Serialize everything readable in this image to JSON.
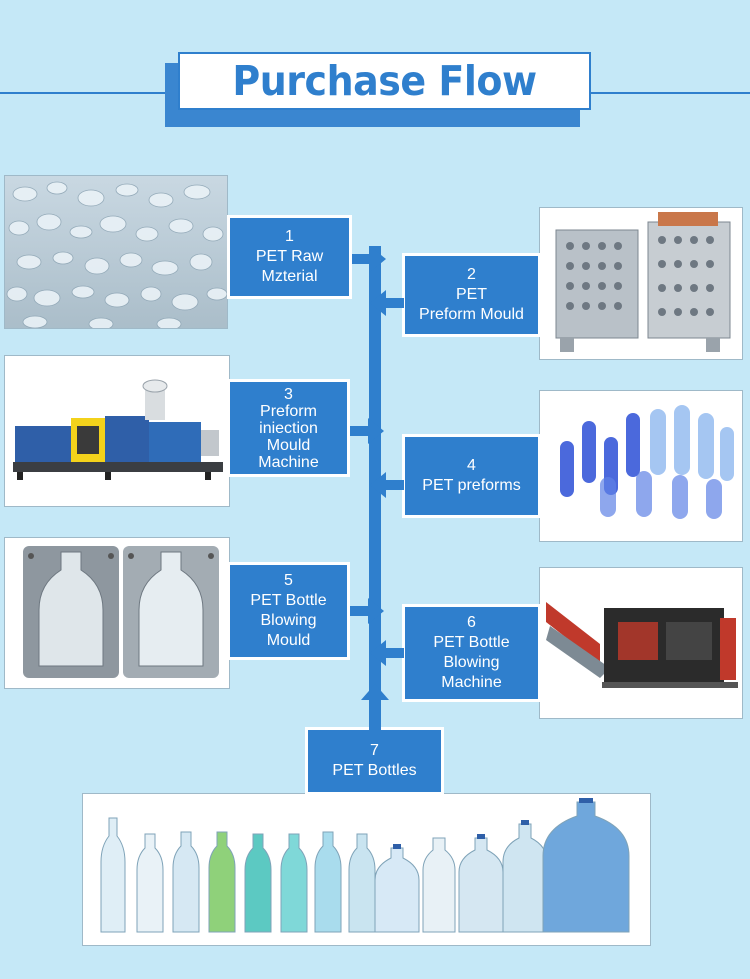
{
  "title": "Purchase Flow",
  "colors": {
    "accent": "#2f7fcd",
    "background": "#c5e8f7",
    "box_text": "#ffffff"
  },
  "steps": [
    {
      "num": "1",
      "lines": [
        "PET Raw",
        "Mzterial"
      ]
    },
    {
      "num": "2",
      "lines": [
        "PET",
        "Preform Mould"
      ]
    },
    {
      "num": "3",
      "lines": [
        "Preform",
        "iniection",
        "Mould",
        "Machine"
      ]
    },
    {
      "num": "4",
      "lines": [
        "PET preforms"
      ]
    },
    {
      "num": "5",
      "lines": [
        "PET Bottle",
        "Blowing",
        "Mould"
      ]
    },
    {
      "num": "6",
      "lines": [
        "PET Bottle",
        "Blowing",
        "Machine"
      ]
    },
    {
      "num": "7",
      "lines": [
        "PET Bottles"
      ]
    }
  ]
}
